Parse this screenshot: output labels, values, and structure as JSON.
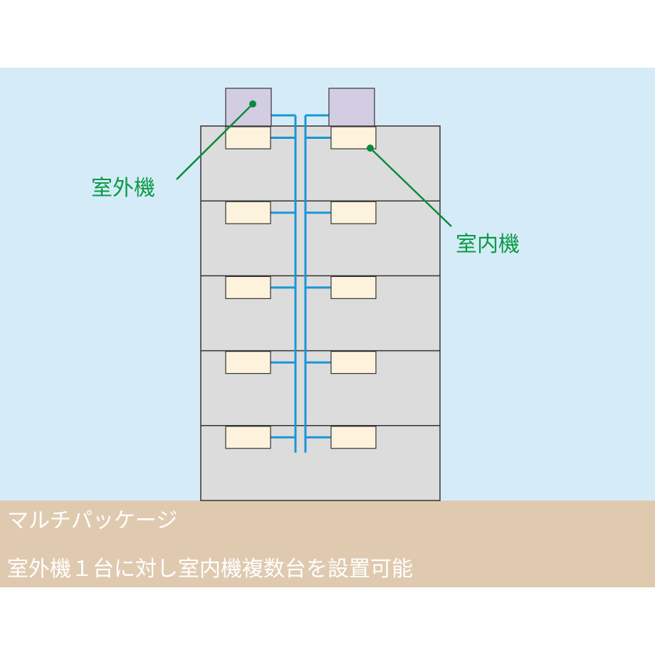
{
  "labels": {
    "outdoor_unit": "室外機",
    "indoor_unit": "室内機"
  },
  "caption": {
    "title": "マルチパッケージ",
    "description": "室外機１台に対し室内機複数台を設置可能"
  },
  "building": {
    "floors": 5,
    "indoor_units_per_floor": 2,
    "outdoor_units": 2
  },
  "colors": {
    "sky": "#d5ecf8",
    "ground": "#dfcab0",
    "building": "#dcdcdc",
    "outline": "#333333",
    "outdoor_unit": "#d3cde4",
    "indoor_unit": "#fdf2dc",
    "pipe": "#1a96d6",
    "accent_text": "#0b9a46",
    "leader": "#0b8a3d"
  }
}
